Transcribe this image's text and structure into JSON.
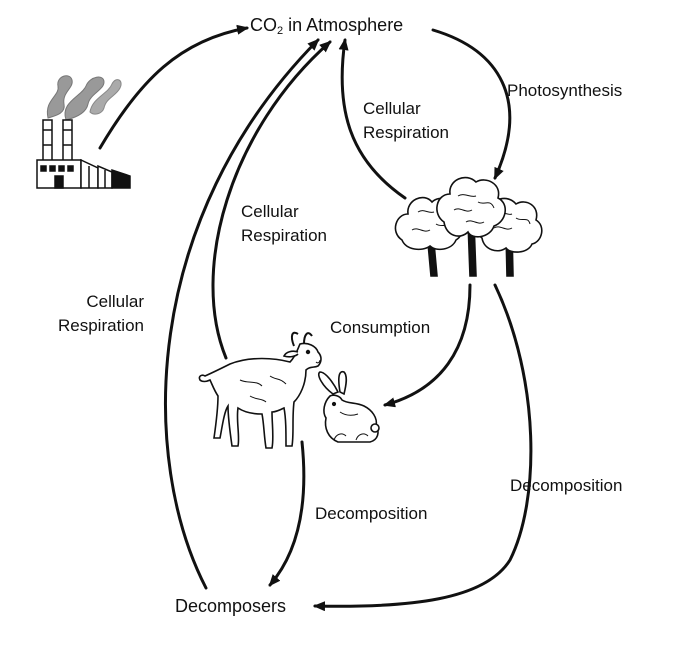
{
  "title": {
    "main": "CO",
    "subscript": "2",
    "rest": " in Atmosphere"
  },
  "decomposers": "Decomposers",
  "labels": {
    "photosynthesis": "Photosynthesis",
    "cellular_respiration_plants": [
      "Cellular",
      "Respiration"
    ],
    "cellular_respiration_animals": [
      "Cellular",
      "Respiration"
    ],
    "cellular_respiration_decomposers": [
      "Cellular",
      "Respiration"
    ],
    "consumption": "Consumption",
    "decomposition_animals": "Decomposition",
    "decomposition_plants": "Decomposition"
  },
  "icons": {
    "factory": "factory-icon",
    "trees": "trees-icon",
    "goat": "goat-icon",
    "rabbit": "rabbit-icon"
  },
  "colors": {
    "ink": "#111111",
    "background": "#ffffff"
  }
}
